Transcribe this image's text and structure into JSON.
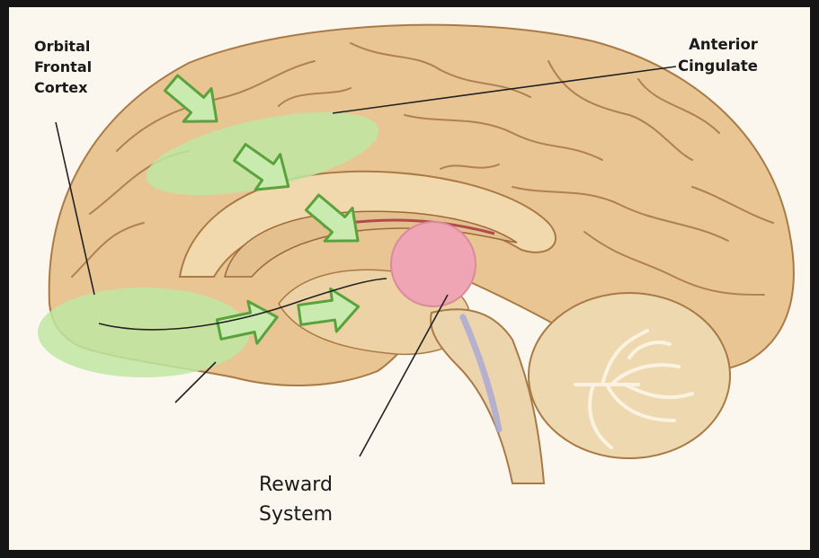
{
  "labels": {
    "orbital_frontal_cortex": [
      "Orbital",
      "Frontal",
      "Cortex"
    ],
    "anterior_cingulate": [
      "Anterior",
      "Cingulate"
    ],
    "reward_system": [
      "Reward",
      "System"
    ]
  },
  "colors": {
    "frame": "#151515",
    "background": "#fbf7ee",
    "cortex": "#e8c593",
    "gyri_lines": "#9c6a3a",
    "highlight_regions": "#bfe6a2",
    "arrows_fill": "#c9ebb0",
    "arrows_stroke": "#5aa23c",
    "reward_region": "#f0a5b5",
    "cerebellum": "#eed8b0",
    "brainstem": "#ecd5ad",
    "leader_lines": "#222222"
  }
}
